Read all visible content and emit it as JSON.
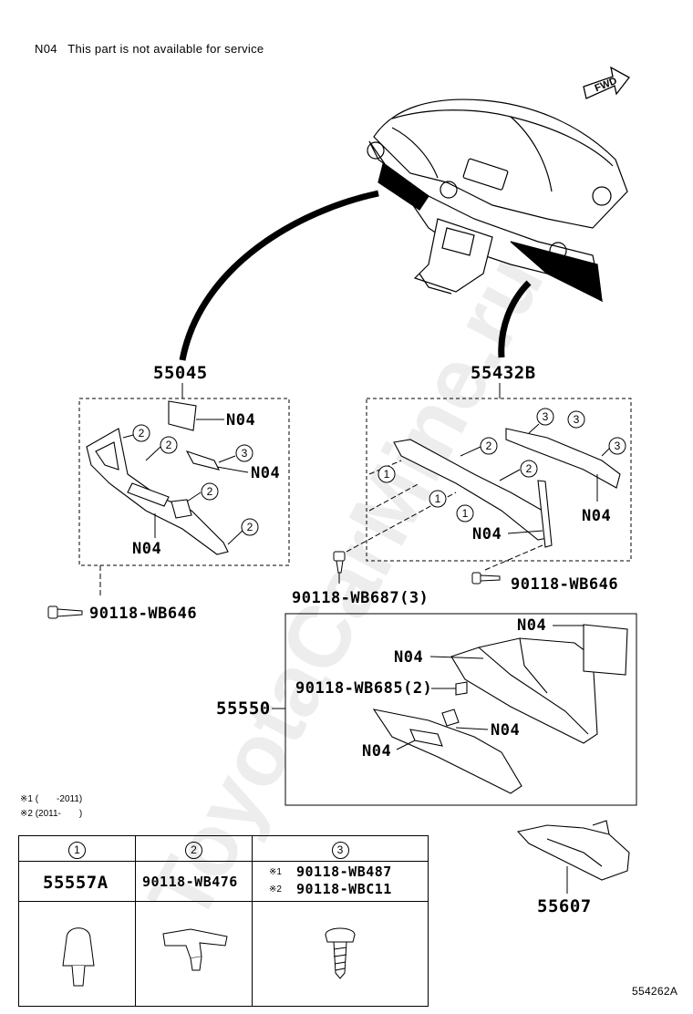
{
  "note": {
    "code": "N04",
    "text": "This part is not available for service"
  },
  "fwd_label": "FWD",
  "watermark": "ToyotaCarMine.ru",
  "groups": {
    "left": {
      "part": "55045",
      "labels": [
        "N04",
        "N04",
        "N04"
      ],
      "callouts": [
        "2",
        "2",
        "3",
        "2",
        "2"
      ]
    },
    "right": {
      "part": "55432B",
      "labels": [
        "N04",
        "N04"
      ],
      "callouts": [
        "3",
        "3",
        "3",
        "2",
        "2",
        "1",
        "1",
        "1"
      ]
    },
    "glovebox": {
      "part": "55550",
      "labels": [
        "N04",
        "N04",
        "N04",
        "N04"
      ],
      "bolt": "90118-WB685(2)"
    }
  },
  "bolts": {
    "left": "90118-WB646",
    "center": "90118-WB687(3)",
    "right": "90118-WB646"
  },
  "extra_part": "55607",
  "footnotes": {
    "n1": "※1 (　　-2011)",
    "n2": "※2 (2011-　　)"
  },
  "legend": {
    "headers": [
      "1",
      "2",
      "3"
    ],
    "col1": "55557A",
    "col2": "90118-WB476",
    "col3_1": "90118-WB487",
    "col3_2": "90118-WBC11",
    "col3_mark1": "※1",
    "col3_mark2": "※2"
  },
  "diagram_id": "554262A"
}
